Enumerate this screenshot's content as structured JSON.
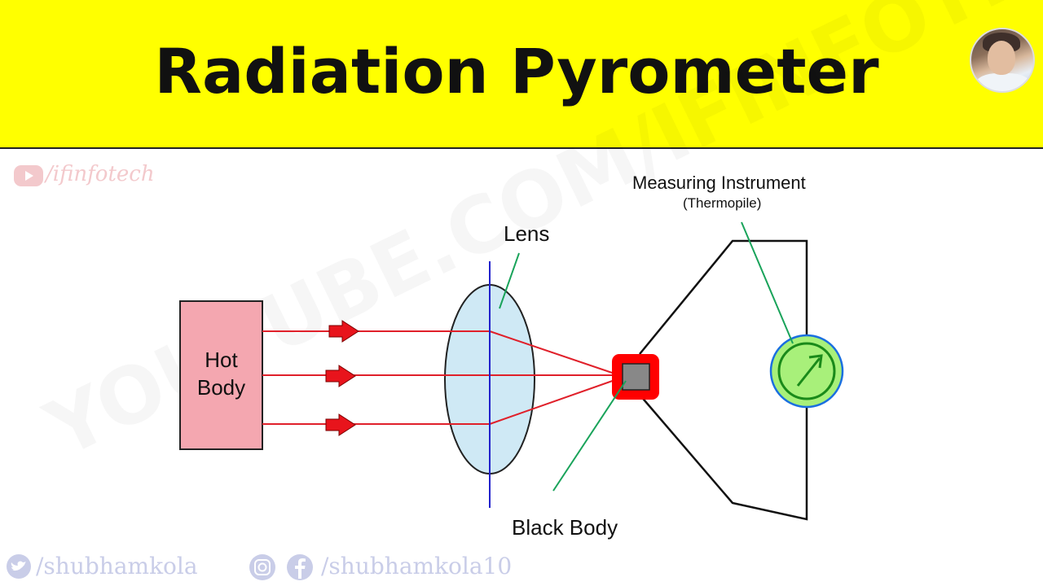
{
  "banner": {
    "title": "Radiation Pyrometer",
    "background": "#ffff00"
  },
  "channel_avatar": {
    "icon": "avatar-photo"
  },
  "watermark": {
    "channel_handle": "/ifinfotech",
    "background_text": "YOUTUBE.COM/IFINFOTECH",
    "icon": "youtube-icon"
  },
  "diagram": {
    "hot_body_label_line1": "Hot",
    "hot_body_label_line2": "Body",
    "lens_label": "Lens",
    "instrument_label": "Measuring Instrument",
    "instrument_sublabel": "(Thermopile)",
    "black_body_label": "Black Body",
    "colors": {
      "hot_body": "#f4a7b0",
      "lens": "#cfe9f5",
      "ray": "#e0202a",
      "arrow": "#e8141c",
      "lens_axis": "#2222cc",
      "pointer_line": "#19a35a",
      "black_body_frame": "#ff0000",
      "black_body_core": "#888888",
      "meter_outer": "#1a6fe0",
      "meter_fill": "#a8f07a",
      "meter_ring": "#1a8a1a"
    }
  },
  "footer": {
    "twitter_handle": "/shubhamkola",
    "social_handle": "/shubhamkola10",
    "icons": [
      "twitter-icon",
      "instagram-icon",
      "facebook-icon"
    ]
  }
}
